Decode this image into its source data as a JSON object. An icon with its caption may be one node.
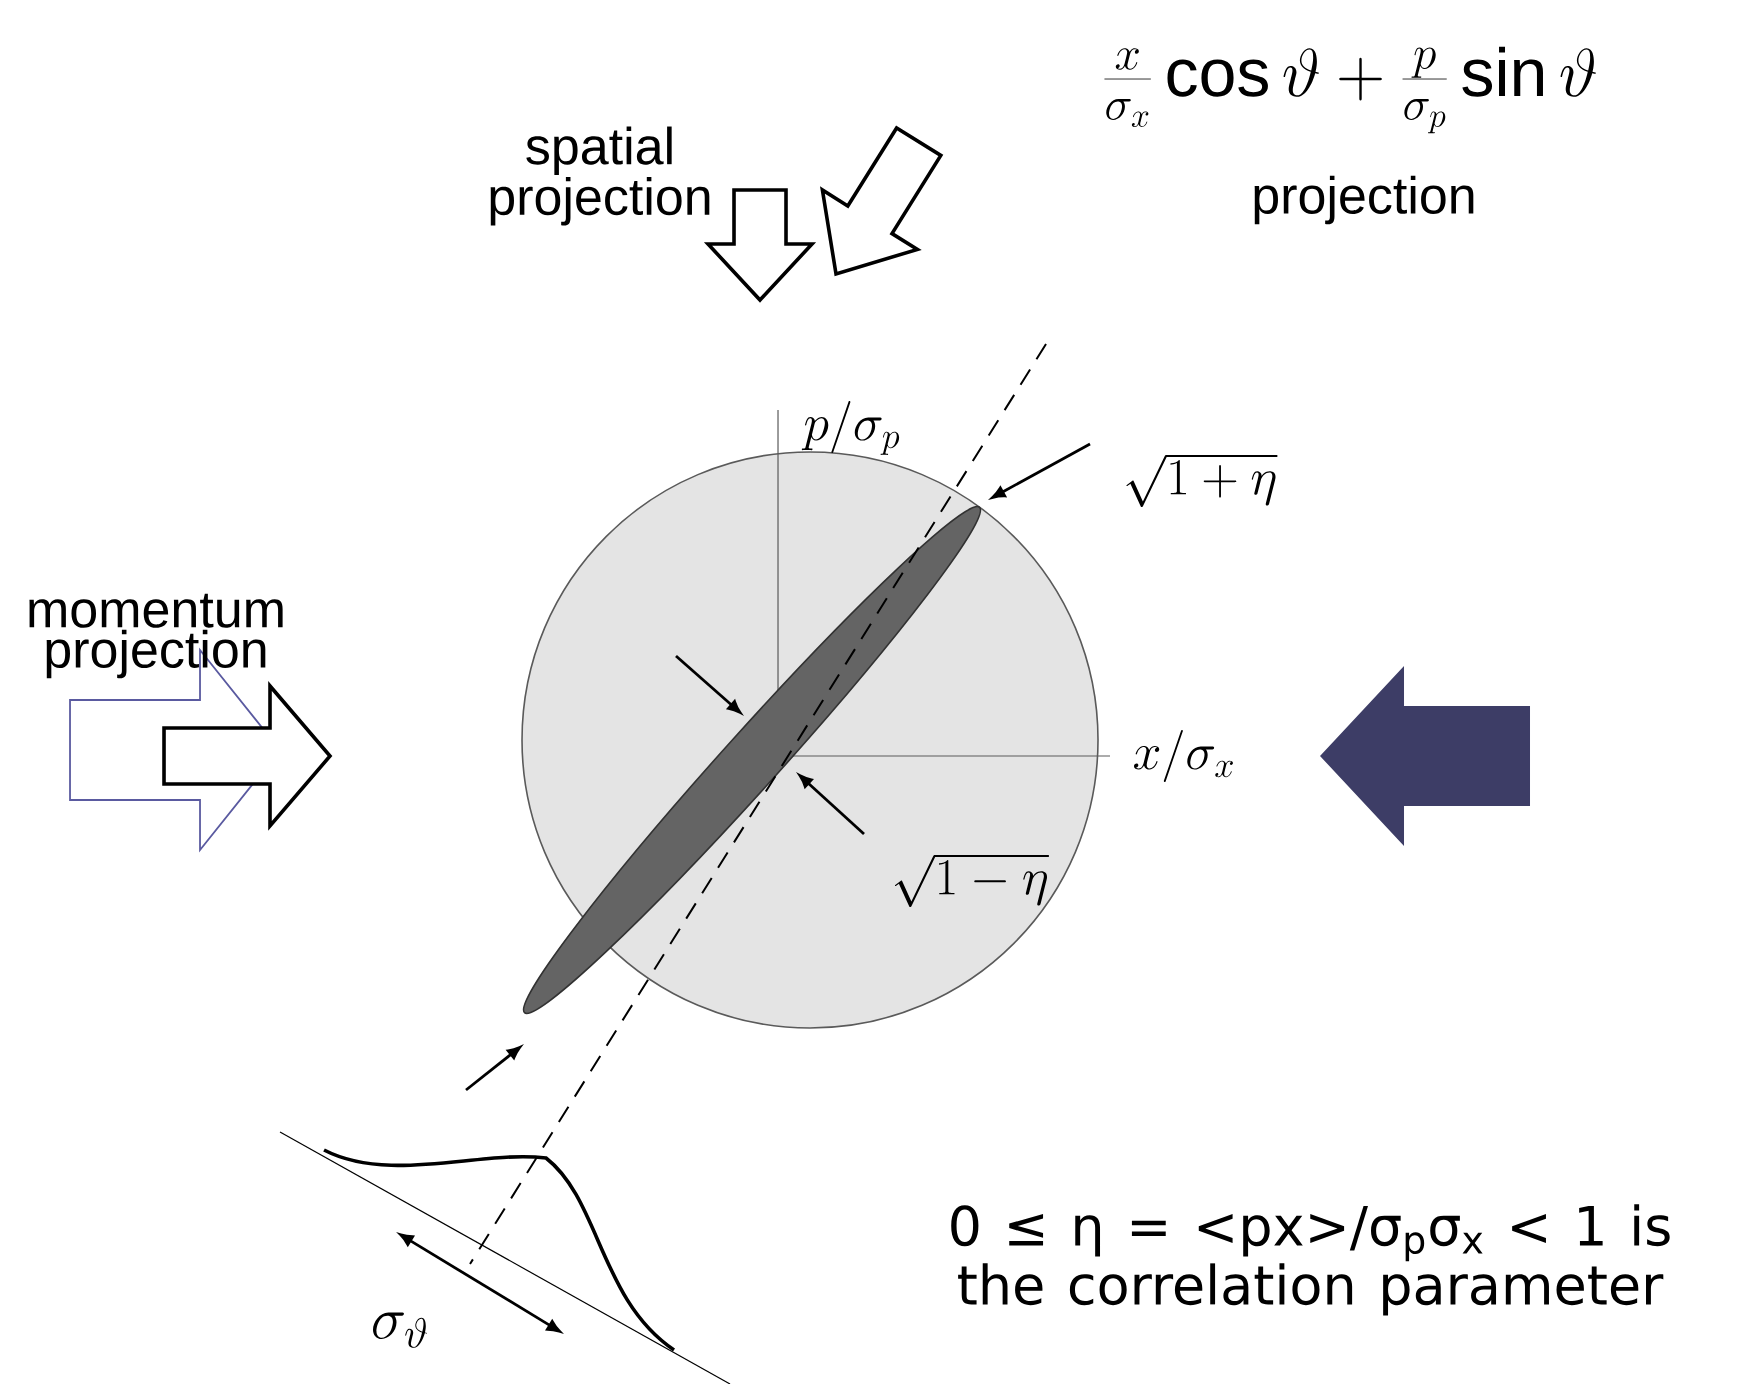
{
  "diagram": {
    "labels": [
      "\\frac{x}{\\sigma_x}\\cos\\vartheta+\\frac{p}{\\sigma_p}\\sin\\vartheta",
      "spatial projection",
      "projection",
      "p/\\sigma_p",
      "\\sqrt{1+\\eta}",
      "momentum projection",
      "x/\\sigma_x",
      "\\sqrt{1-\\eta}",
      "\\sigma_\\vartheta",
      "0 ≤ η = <px>/σ$_{p}$σ$_{x}$ < 1 is the correlation parameter"
    ]
  }
}
